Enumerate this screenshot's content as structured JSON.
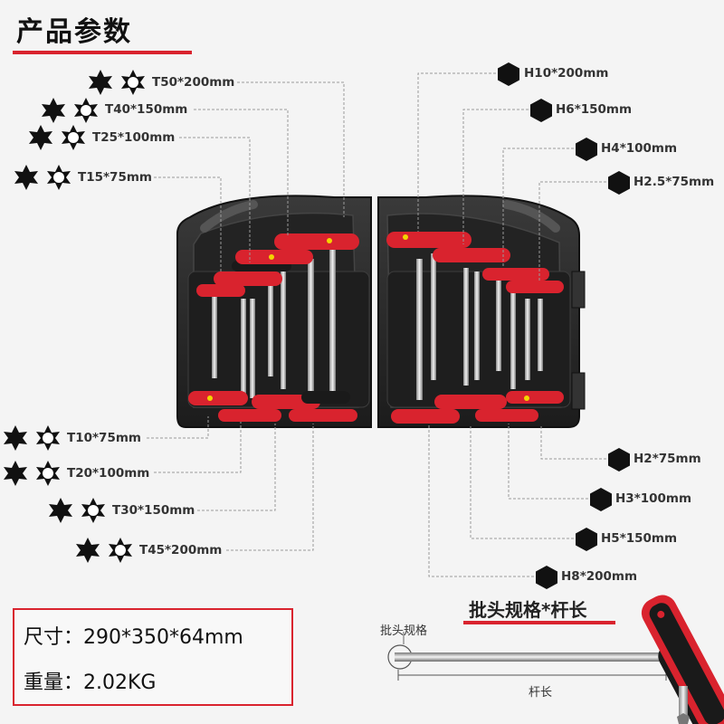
{
  "header": {
    "title": "产品参数"
  },
  "torx_top": [
    {
      "label": "T50*200mm"
    },
    {
      "label": "T40*150mm"
    },
    {
      "label": "T25*100mm"
    },
    {
      "label": "T15*75mm"
    }
  ],
  "torx_bottom": [
    {
      "label": "T10*75mm"
    },
    {
      "label": "T20*100mm"
    },
    {
      "label": "T30*150mm"
    },
    {
      "label": "T45*200mm"
    }
  ],
  "hex_top": [
    {
      "label": "H10*200mm"
    },
    {
      "label": "H6*150mm"
    },
    {
      "label": "H4*100mm"
    },
    {
      "label": "H2.5*75mm"
    }
  ],
  "hex_bottom": [
    {
      "label": "H2*75mm"
    },
    {
      "label": "H3*100mm"
    },
    {
      "label": "H5*150mm"
    },
    {
      "label": "H8*200mm"
    }
  ],
  "specs": {
    "size": "尺寸：290*350*64mm",
    "weight": "重量：2.02KG"
  },
  "diagram": {
    "title": "批头规格*杆长",
    "tip_label": "批头规格",
    "shaft_label": "杆长"
  },
  "colors": {
    "accent": "#d9232e",
    "handle_black": "#1a1a1a",
    "case": "#2a2a2a"
  }
}
